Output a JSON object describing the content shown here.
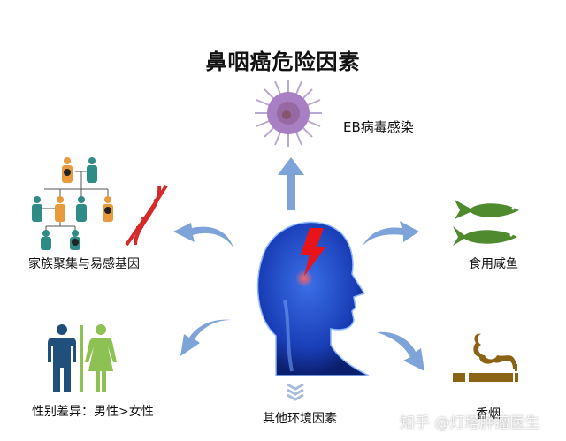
{
  "title": "鼻咽癌危险因素",
  "center": {
    "label": "head-with-nasopharynx-highlight"
  },
  "factors": [
    {
      "id": "ebv",
      "label": "EB病毒感染",
      "icon": "virus-icon"
    },
    {
      "id": "family",
      "label": "家族聚集与易感基因",
      "icon": "family-tree-dna-icon"
    },
    {
      "id": "fish",
      "label": "食用咸鱼",
      "icon": "fish-icon"
    },
    {
      "id": "gender",
      "label": "性别差异：男性>女性",
      "icon": "male-female-icon"
    },
    {
      "id": "env",
      "label": "其他环境因素",
      "icon": "chevrons-down-icon"
    },
    {
      "id": "smoke",
      "label": "香烟",
      "icon": "cigarette-icon"
    }
  ],
  "watermark": "知乎 @灯塔肿瘤医生",
  "colors": {
    "arrow": "#7ea3d8",
    "virus": "#a77fc2",
    "dna": "#d42a2a",
    "fish": "#4f8a2f",
    "male": "#1f4f7a",
    "female": "#8dc153",
    "cigarette": "#8a6414",
    "teal": "#2e8b86",
    "orange": "#e89a3c",
    "head": "#1a3fb8",
    "bolt": "#e8141a"
  }
}
